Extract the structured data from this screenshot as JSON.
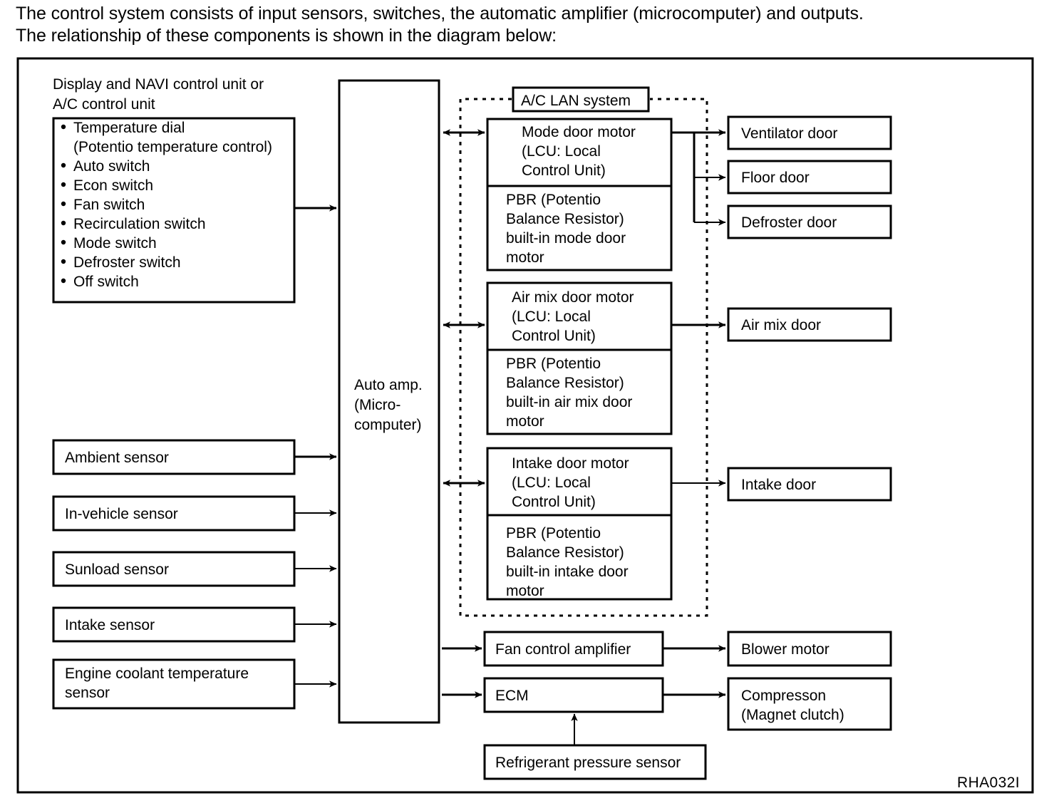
{
  "intro": {
    "line1": "The control system consists of input sensors, switches, the automatic amplifier (microcomputer) and outputs.",
    "line2": "The relationship of these components is shown in the diagram below:"
  },
  "figure": {
    "id": "RHA032I"
  },
  "control_unit": {
    "title_line1": "Display and NAVI control unit or",
    "title_line2": "A/C control unit",
    "items": [
      "Temperature dial",
      "(Potentio temperature control)",
      "Auto switch",
      "Econ switch",
      "Fan switch",
      "Recirculation switch",
      "Mode switch",
      "Defroster switch",
      "Off switch"
    ]
  },
  "sensors": [
    {
      "label_line1": "Ambient sensor",
      "label_line2": ""
    },
    {
      "label_line1": "In-vehicle sensor",
      "label_line2": ""
    },
    {
      "label_line1": "Sunload sensor",
      "label_line2": ""
    },
    {
      "label_line1": "Intake sensor",
      "label_line2": ""
    },
    {
      "label_line1": "Engine coolant temperature",
      "label_line2": "sensor"
    }
  ],
  "auto_amp": {
    "line1": "Auto amp.",
    "line2": "(Micro-",
    "line3": "computer)"
  },
  "lan": {
    "label": "A/C LAN system"
  },
  "actuators": {
    "mode_door": {
      "motor_line1": "Mode door motor",
      "motor_line2": "(LCU: Local",
      "motor_line3": "Control Unit)",
      "pbr_line1": "PBR (Potentio",
      "pbr_line2": "Balance Resistor)",
      "pbr_line3": "built-in mode door",
      "pbr_line4": "motor"
    },
    "air_mix_door": {
      "motor_line1": "Air mix door motor",
      "motor_line2": "(LCU: Local",
      "motor_line3": "Control Unit)",
      "pbr_line1": "PBR (Potentio",
      "pbr_line2": "Balance Resistor)",
      "pbr_line3": "built-in air mix door",
      "pbr_line4": "motor"
    },
    "intake_door": {
      "motor_line1": "Intake door motor",
      "motor_line2": "(LCU: Local",
      "motor_line3": "Control Unit)",
      "pbr_line1": "PBR (Potentio",
      "pbr_line2": "Balance Resistor)",
      "pbr_line3": "built-in intake door",
      "pbr_line4": "motor"
    }
  },
  "middle_bottom": {
    "fan_control_amplifier": "Fan control amplifier",
    "ecm": "ECM",
    "refrigerant_pressure_sensor": "Refrigerant pressure sensor"
  },
  "outputs": {
    "ventilator_door": "Ventilator door",
    "floor_door": "Floor door",
    "defroster_door": "Defroster door",
    "air_mix_door": "Air mix door",
    "intake_door": "Intake door",
    "blower_motor": "Blower motor",
    "compressor_line1": "Compresson",
    "compressor_line2": "(Magnet clutch)"
  },
  "colors": {
    "ink": "#000000",
    "paper": "#ffffff"
  }
}
